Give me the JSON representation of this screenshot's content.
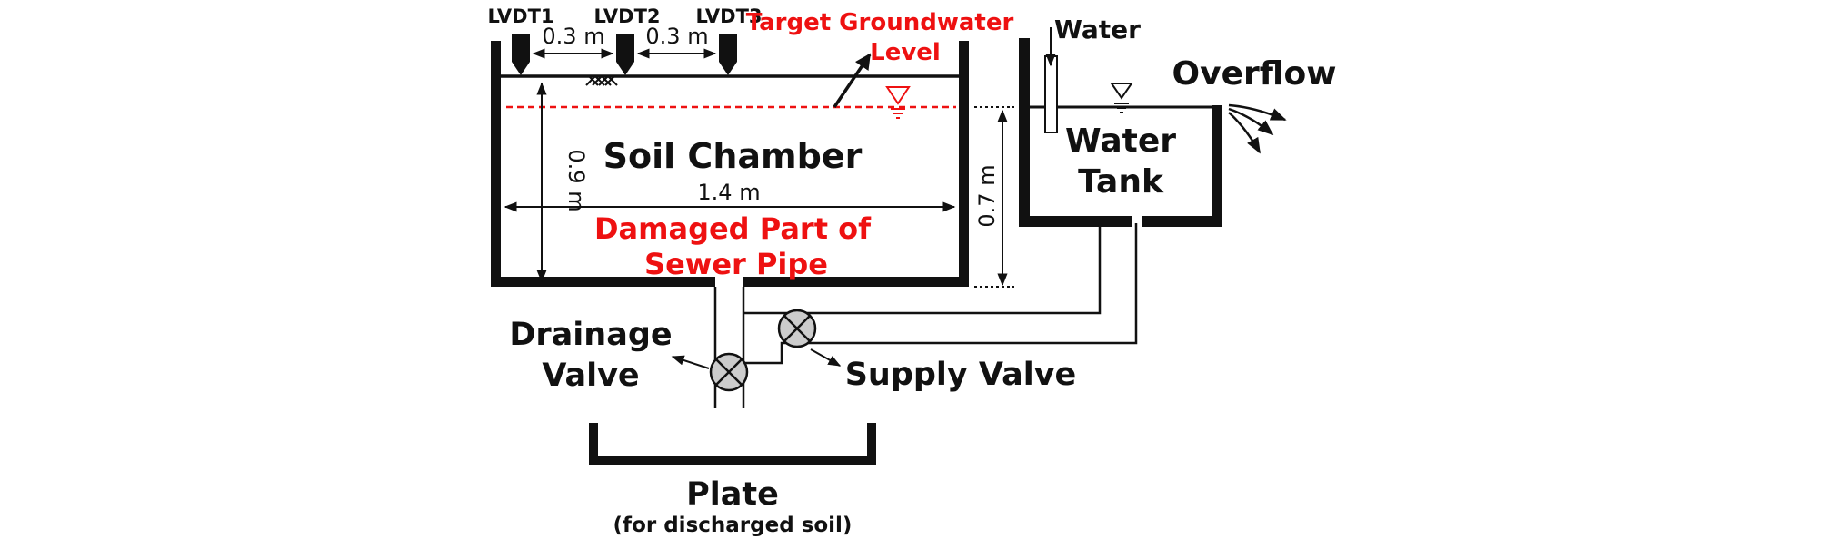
{
  "sensors": {
    "lvdt1": "LVDT1",
    "lvdt2": "LVDT2",
    "lvdt3": "LVDT3"
  },
  "dimensions": {
    "spacing_1": "0.3 m",
    "spacing_2": "0.3 m",
    "chamber_height": "0.9 m",
    "chamber_width": "1.4 m",
    "water_height": "0.7 m"
  },
  "labels": {
    "target_groundwater_line1": "Target Groundwater",
    "target_groundwater_line2": "Level",
    "soil_chamber": "Soil Chamber",
    "damaged_line1": "Damaged Part of",
    "damaged_line2": "Sewer Pipe",
    "water": "Water",
    "overflow": "Overflow",
    "water_tank_line1": "Water",
    "water_tank_line2": "Tank",
    "drainage_valve_line1": "Drainage",
    "drainage_valve_line2": "Valve",
    "supply_valve": "Supply Valve",
    "plate": "Plate",
    "plate_note": "(for discharged soil)"
  },
  "colors": {
    "line": "#111111",
    "highlight": "#ee1111",
    "valve_fill": "#cccccc"
  }
}
